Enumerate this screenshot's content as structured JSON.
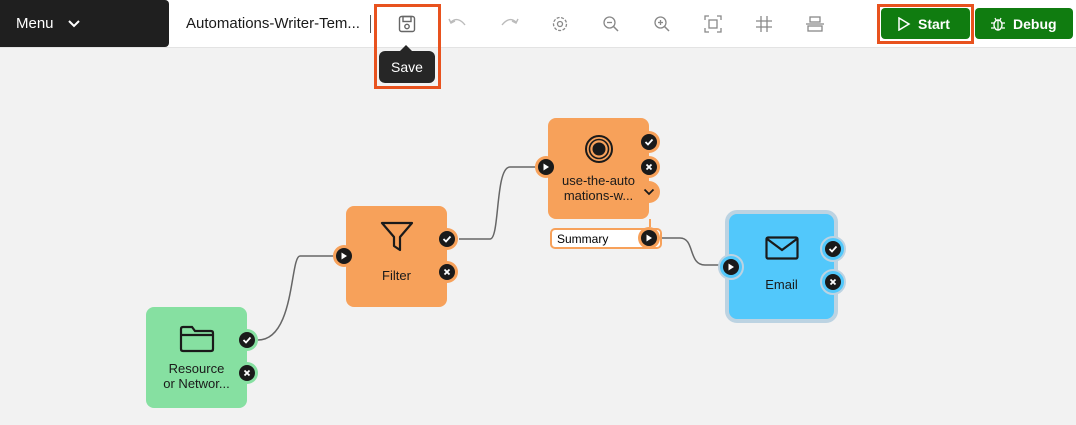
{
  "toolbar": {
    "menu_label": "Menu",
    "workflow_title": "Automations-Writer-Tem...",
    "save_tooltip": "Save",
    "start_label": "Start",
    "debug_label": "Debug",
    "icons": [
      "save-icon",
      "undo-icon",
      "redo-icon",
      "settings-icon",
      "zoom-out-icon",
      "zoom-in-icon",
      "fit-to-screen-icon",
      "grid-icon",
      "align-icon"
    ],
    "highlight_color": "#e8521e",
    "primary_color": "#107c10"
  },
  "nodes": {
    "resource": {
      "label_line1": "Resource",
      "label_line2": "or Networ...",
      "color": "#86e0a1",
      "icon": "folder-icon"
    },
    "filter": {
      "label": "Filter",
      "color": "#f7a15a",
      "icon": "funnel-icon"
    },
    "automation": {
      "label_line1": "use-the-auto",
      "label_line2": "mations-w...",
      "color": "#f7a15a",
      "icon": "target-icon"
    },
    "email": {
      "label": "Email",
      "color": "#52c8fb",
      "icon": "mail-icon"
    }
  },
  "summary_tag": {
    "label": "Summary"
  }
}
